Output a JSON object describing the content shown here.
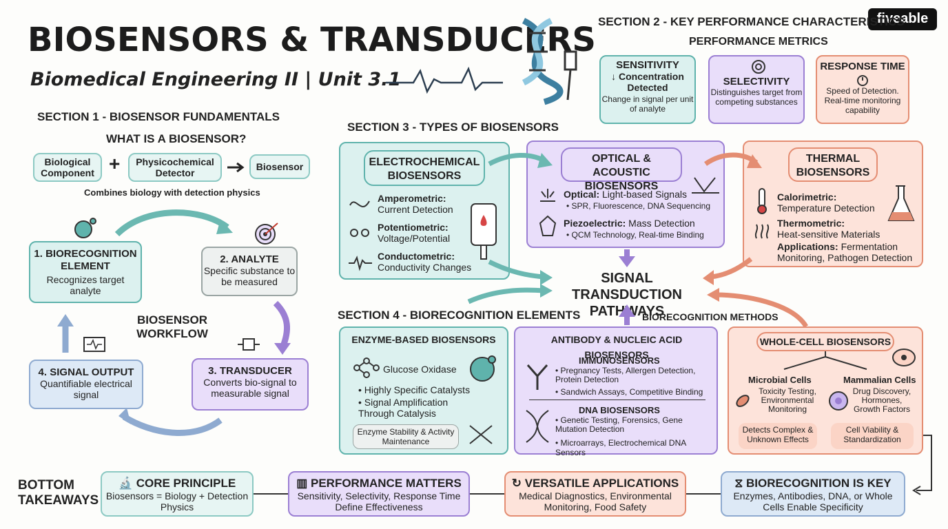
{
  "header": {
    "title": "BIOSENSORS & TRANSDUCERS",
    "subtitle": "Biomedical Engineering II | Unit 3.1",
    "logo": "fiveable"
  },
  "section1": {
    "heading": "SECTION 1 - BIOSENSOR FUNDAMENTALS",
    "question": "WHAT IS A BIOSENSOR?",
    "component_a": "Biological Component",
    "plus": "+",
    "component_b": "Physicochemical Detector",
    "result": "Biosensor",
    "caption": "Combines biology with detection physics",
    "workflow_label": "BIOSENSOR WORKFLOW",
    "steps": [
      {
        "title": "1. BIORECOGNITION ELEMENT",
        "desc": "Recognizes target analyte"
      },
      {
        "title": "2. ANALYTE",
        "desc": "Specific substance to be measured"
      },
      {
        "title": "3. TRANSDUCER",
        "desc": "Converts bio-signal to measurable signal"
      },
      {
        "title": "4. SIGNAL OUTPUT",
        "desc": "Quantifiable electrical signal"
      }
    ]
  },
  "section2": {
    "heading": "SECTION 2 - KEY PERFORMANCE CHARACTERISTICS",
    "group": "PERFORMANCE METRICS",
    "metrics": [
      {
        "title": "SENSITIVITY",
        "sub": "↓ Concentration Detected",
        "desc": "Change in signal per unit of analyte"
      },
      {
        "title": "SELECTIVITY",
        "desc": "Distinguishes target from competing substances"
      },
      {
        "title": "RESPONSE TIME",
        "desc": "Speed of Detection. Real-time monitoring capability"
      }
    ]
  },
  "section3": {
    "heading": "SECTION 3 - TYPES OF BIOSENSORS",
    "electrochemical": {
      "title": "ELECTROCHEMICAL BIOSENSORS",
      "items": [
        {
          "name": "Amperometric:",
          "desc": "Current Detection"
        },
        {
          "name": "Potentiometric:",
          "desc": "Voltage/Potential"
        },
        {
          "name": "Conductometric:",
          "desc": "Conductivity Changes"
        }
      ]
    },
    "optical": {
      "title": "OPTICAL & ACOUSTIC BIOSENSORS",
      "optical_name": "Optical:",
      "optical_desc": "Light-based Signals",
      "optical_bullet": "SPR, Fluorescence, DNA Sequencing",
      "piezo_name": "Piezoelectric:",
      "piezo_desc": "Mass Detection",
      "piezo_bullet": "QCM Technology, Real-time Binding"
    },
    "thermal": {
      "title": "THERMAL BIOSENSORS",
      "calorimetric_name": "Calorimetric:",
      "calorimetric_desc": "Temperature Detection",
      "thermometric_name": "Thermometric:",
      "thermometric_desc": "Heat-sensitive Materials",
      "applications_name": "Applications:",
      "applications_desc": "Fermentation Monitoring, Pathogen Detection"
    },
    "center": "SIGNAL TRANSDUCTION PATHWAYS",
    "methods_label": "BIORECOGNITION METHODS"
  },
  "section4": {
    "heading": "SECTION 4 - BIORECOGNITION ELEMENTS",
    "enzyme": {
      "title": "ENZYME-BASED BIOSENSORS",
      "example": "Glucose Oxidase",
      "bullets": [
        "Highly Specific Catalysts",
        "Signal Amplification Through Catalysis"
      ],
      "note": "Enzyme Stability & Activity Maintenance"
    },
    "antibody": {
      "title": "ANTIBODY & NUCLEIC ACID BIOSENSORS",
      "immuno_title": "IMMUNOSENSORS",
      "immuno_bullets": [
        "Pregnancy Tests, Allergen Detection, Protein Detection",
        "Sandwich Assays, Competitive Binding"
      ],
      "dna_title": "DNA BIOSENSORS",
      "dna_bullets": [
        "Genetic Testing, Forensics, Gene Mutation Detection",
        "Microarrays, Electrochemical DNA Sensors"
      ]
    },
    "wholecell": {
      "title": "WHOLE-CELL BIOSENSORS",
      "microbial_title": "Microbial Cells",
      "microbial_desc": "Toxicity Testing, Environmental Monitoring",
      "mammalian_title": "Mammalian Cells",
      "mammalian_desc": "Drug Discovery, Hormones, Growth Factors",
      "note_left": "Detects Complex & Unknown Effects",
      "note_right": "Cell Viability & Standardization"
    }
  },
  "bottom": {
    "label": "BOTTOM TAKEAWAYS",
    "cards": [
      {
        "title": "CORE PRINCIPLE",
        "desc": "Biosensors = Biology + Detection Physics"
      },
      {
        "title": "PERFORMANCE MATTERS",
        "desc": "Sensitivity, Selectivity, Response Time Define Effectiveness"
      },
      {
        "title": "VERSATILE APPLICATIONS",
        "desc": "Medical Diagnostics, Environmental Monitoring, Food Safety"
      },
      {
        "title": "BIORECOGNITION IS KEY",
        "desc": "Enzymes, Antibodies, DNA, or Whole Cells Enable Specificity"
      }
    ]
  }
}
